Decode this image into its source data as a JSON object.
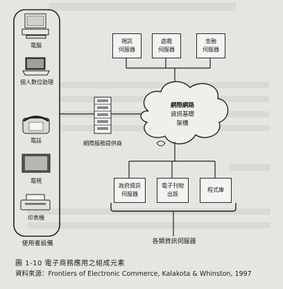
{
  "devices": {
    "computer": "電腦",
    "pda": "個人數位助理",
    "phone": "電話",
    "tv": "電視",
    "printer": "印表機",
    "group_label": "使用者設備"
  },
  "isp_label": "網際服務提供商",
  "cloud": {
    "line1": "網際網路",
    "line2": "資訊基礎",
    "line3": "架構"
  },
  "top_servers": [
    {
      "line1": "視訊",
      "line2": "伺服器"
    },
    {
      "line1": "遊戲",
      "line2": "伺服器"
    },
    {
      "line1": "金融",
      "line2": "伺服器"
    }
  ],
  "bottom_servers": [
    {
      "line1": "政府資訊",
      "line2": "伺服器"
    },
    {
      "line1": "電子刊物",
      "line2": "出版"
    },
    {
      "line1": "程式庫",
      "line2": ""
    }
  ],
  "servers_group_label": "各類資訊伺服器",
  "caption": {
    "title": "圖 1-10 電子商務應用之組成元素",
    "source": "資料來源：Frontiers of Electronic Commerce, Kalakota & Whinston, 1997"
  }
}
